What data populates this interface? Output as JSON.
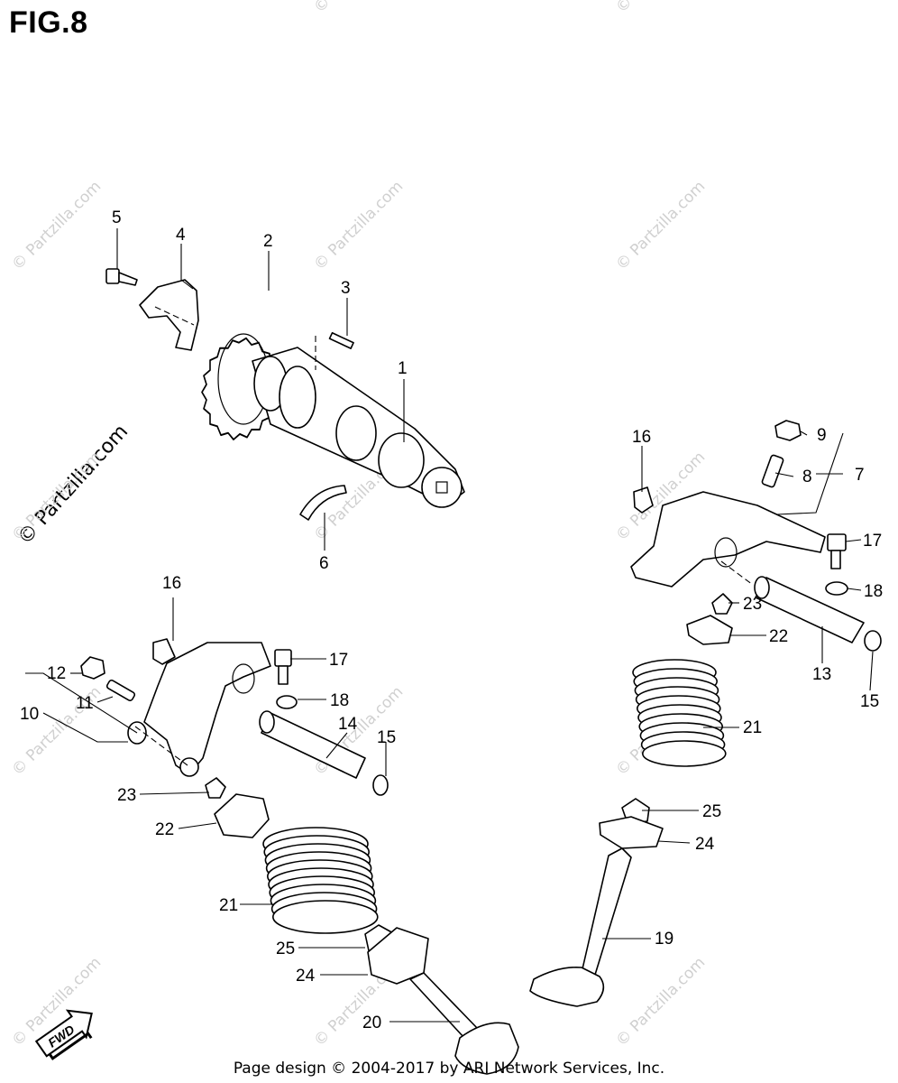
{
  "figure_title": "FIG.8",
  "footer": "Page design © 2004-2017 by ARI Network Services, Inc.",
  "side_credit": "© Partzilla.com",
  "watermark": "© Partzilla.com",
  "fwd_badge": "FWD",
  "callouts": [
    "1",
    "2",
    "3",
    "4",
    "5",
    "6",
    "7",
    "8",
    "9",
    "10",
    "11",
    "12",
    "13",
    "14",
    "15",
    "15",
    "16",
    "16",
    "17",
    "17",
    "18",
    "18",
    "19",
    "20",
    "21",
    "21",
    "22",
    "22",
    "23",
    "23",
    "24",
    "24",
    "25",
    "25"
  ]
}
